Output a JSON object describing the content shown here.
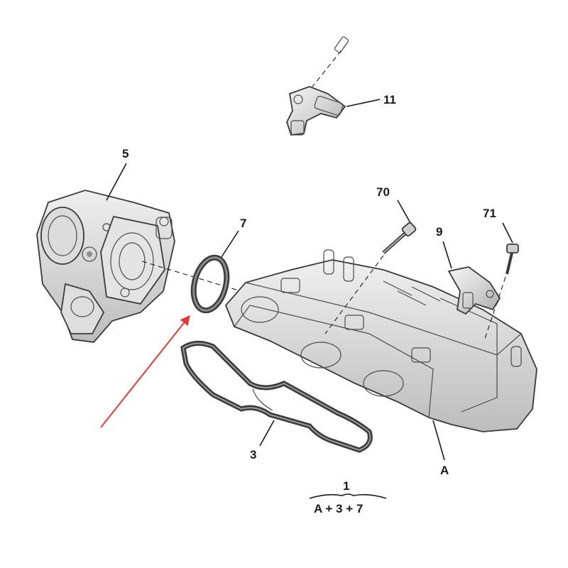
{
  "diagram": {
    "callouts": {
      "part_5": "5",
      "part_7": "7",
      "part_11": "11",
      "part_70": "70",
      "part_9": "9",
      "part_71": "71",
      "part_3": "3",
      "part_A": "A"
    },
    "assembly": {
      "number": "1",
      "formula": "A + 3 + 7"
    },
    "colors": {
      "ink": "#1a1a1a",
      "metal_light": "#e9e9e9",
      "metal_mid": "#cfcfcf",
      "metal_dark": "#9a9a9a",
      "highlight_arrow": "#e53935"
    }
  }
}
